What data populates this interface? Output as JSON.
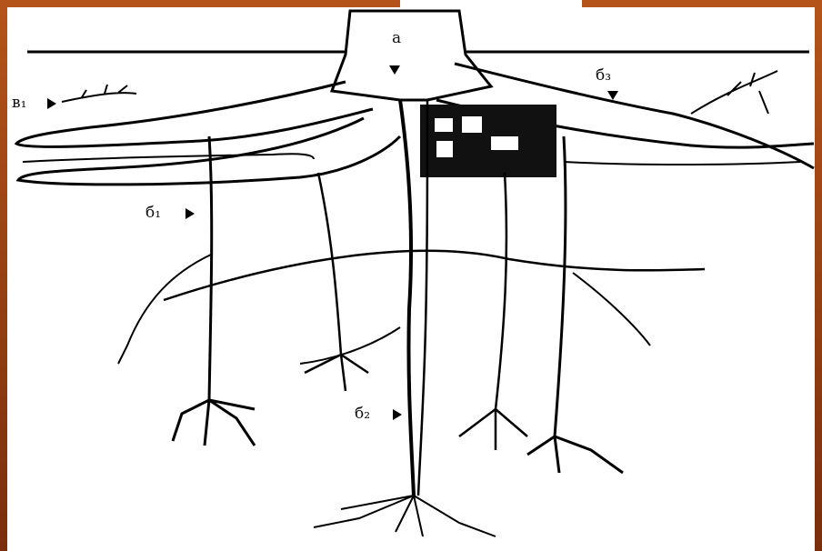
{
  "labels": {
    "a": "а",
    "v1": "в₁",
    "b1": "б₁",
    "b2": "б₂",
    "b3": "б₃"
  },
  "colors": {
    "frame": "#b4541a",
    "ink": "#000000",
    "background": "#ffffff"
  }
}
